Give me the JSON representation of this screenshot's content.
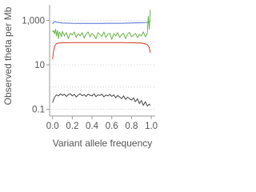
{
  "chart_data": {
    "type": "line",
    "title": "",
    "xlabel": "Variant allele frequency",
    "ylabel": "Observed theta per Mb",
    "xscale": "linear",
    "yscale": "log",
    "xlim": [
      -0.03,
      1.04
    ],
    "ylim": [
      0.05,
      5000
    ],
    "xticks": [
      0.0,
      0.2,
      0.4,
      0.6,
      0.8,
      1.0
    ],
    "xtick_labels": [
      "0.0",
      "0.2",
      "0.4",
      "0.6",
      "0.8",
      "1.0"
    ],
    "yticks": [
      0.1,
      10,
      1000
    ],
    "ytick_labels": [
      "0.1",
      "10",
      "1,000"
    ],
    "grid": true,
    "grid_axis": "y",
    "legend": "none",
    "series": [
      {
        "color": "#4f6fd0",
        "x": [
          0.0,
          0.02,
          0.04,
          0.1,
          0.2,
          0.3,
          0.4,
          0.5,
          0.6,
          0.7,
          0.8,
          0.9,
          0.95,
          0.98,
          0.99
        ],
        "y": [
          700,
          900,
          820,
          760,
          740,
          730,
          730,
          730,
          740,
          740,
          760,
          780,
          800,
          840,
          900
        ]
      },
      {
        "color": "#d63a2a",
        "x": [
          0.0,
          0.01,
          0.02,
          0.04,
          0.07,
          0.1,
          0.2,
          0.3,
          0.4,
          0.5,
          0.6,
          0.7,
          0.8,
          0.9,
          0.93,
          0.96,
          0.98,
          0.99
        ],
        "y": [
          18,
          40,
          70,
          90,
          95,
          98,
          100,
          100,
          100,
          100,
          100,
          100,
          98,
          95,
          90,
          80,
          60,
          35
        ]
      },
      {
        "color": "#6ab547",
        "x": [
          0.0,
          0.01,
          0.02,
          0.03,
          0.04,
          0.05,
          0.06,
          0.07,
          0.08,
          0.09,
          0.1,
          0.12,
          0.14,
          0.16,
          0.18,
          0.2,
          0.22,
          0.24,
          0.26,
          0.28,
          0.3,
          0.32,
          0.34,
          0.36,
          0.38,
          0.4,
          0.42,
          0.44,
          0.46,
          0.48,
          0.5,
          0.52,
          0.54,
          0.56,
          0.58,
          0.6,
          0.62,
          0.64,
          0.66,
          0.68,
          0.7,
          0.72,
          0.74,
          0.76,
          0.78,
          0.8,
          0.82,
          0.84,
          0.86,
          0.88,
          0.9,
          0.92,
          0.94,
          0.96,
          0.97,
          0.98,
          0.99
        ],
        "y": [
          300,
          350,
          250,
          400,
          200,
          350,
          150,
          300,
          250,
          180,
          320,
          200,
          280,
          150,
          260,
          220,
          300,
          170,
          250,
          200,
          280,
          160,
          240,
          300,
          180,
          260,
          210,
          150,
          280,
          230,
          190,
          300,
          170,
          240,
          260,
          140,
          250,
          200,
          280,
          170,
          230,
          260,
          150,
          240,
          290,
          180,
          220,
          260,
          170,
          230,
          200,
          300,
          180,
          260,
          1500,
          400,
          3000
        ]
      },
      {
        "color": "#444444",
        "x": [
          0.0,
          0.02,
          0.04,
          0.06,
          0.08,
          0.1,
          0.12,
          0.14,
          0.16,
          0.18,
          0.2,
          0.22,
          0.24,
          0.26,
          0.28,
          0.3,
          0.32,
          0.34,
          0.36,
          0.38,
          0.4,
          0.42,
          0.44,
          0.46,
          0.48,
          0.5,
          0.52,
          0.54,
          0.56,
          0.58,
          0.6,
          0.62,
          0.64,
          0.66,
          0.68,
          0.7,
          0.72,
          0.74,
          0.76,
          0.78,
          0.8,
          0.82,
          0.84,
          0.86,
          0.88,
          0.9,
          0.92,
          0.94,
          0.96,
          0.98,
          0.99
        ],
        "y": [
          0.2,
          0.35,
          0.45,
          0.4,
          0.5,
          0.42,
          0.48,
          0.38,
          0.45,
          0.5,
          0.4,
          0.47,
          0.36,
          0.44,
          0.5,
          0.41,
          0.46,
          0.38,
          0.48,
          0.43,
          0.4,
          0.5,
          0.37,
          0.45,
          0.42,
          0.48,
          0.36,
          0.44,
          0.4,
          0.47,
          0.38,
          0.45,
          0.33,
          0.42,
          0.36,
          0.3,
          0.4,
          0.28,
          0.35,
          0.3,
          0.26,
          0.33,
          0.22,
          0.3,
          0.18,
          0.25,
          0.15,
          0.22,
          0.14,
          0.17,
          0.15
        ]
      }
    ]
  },
  "colors": {
    "grid": "#d0d0d0",
    "axis": "#999999",
    "text": "#555555"
  }
}
